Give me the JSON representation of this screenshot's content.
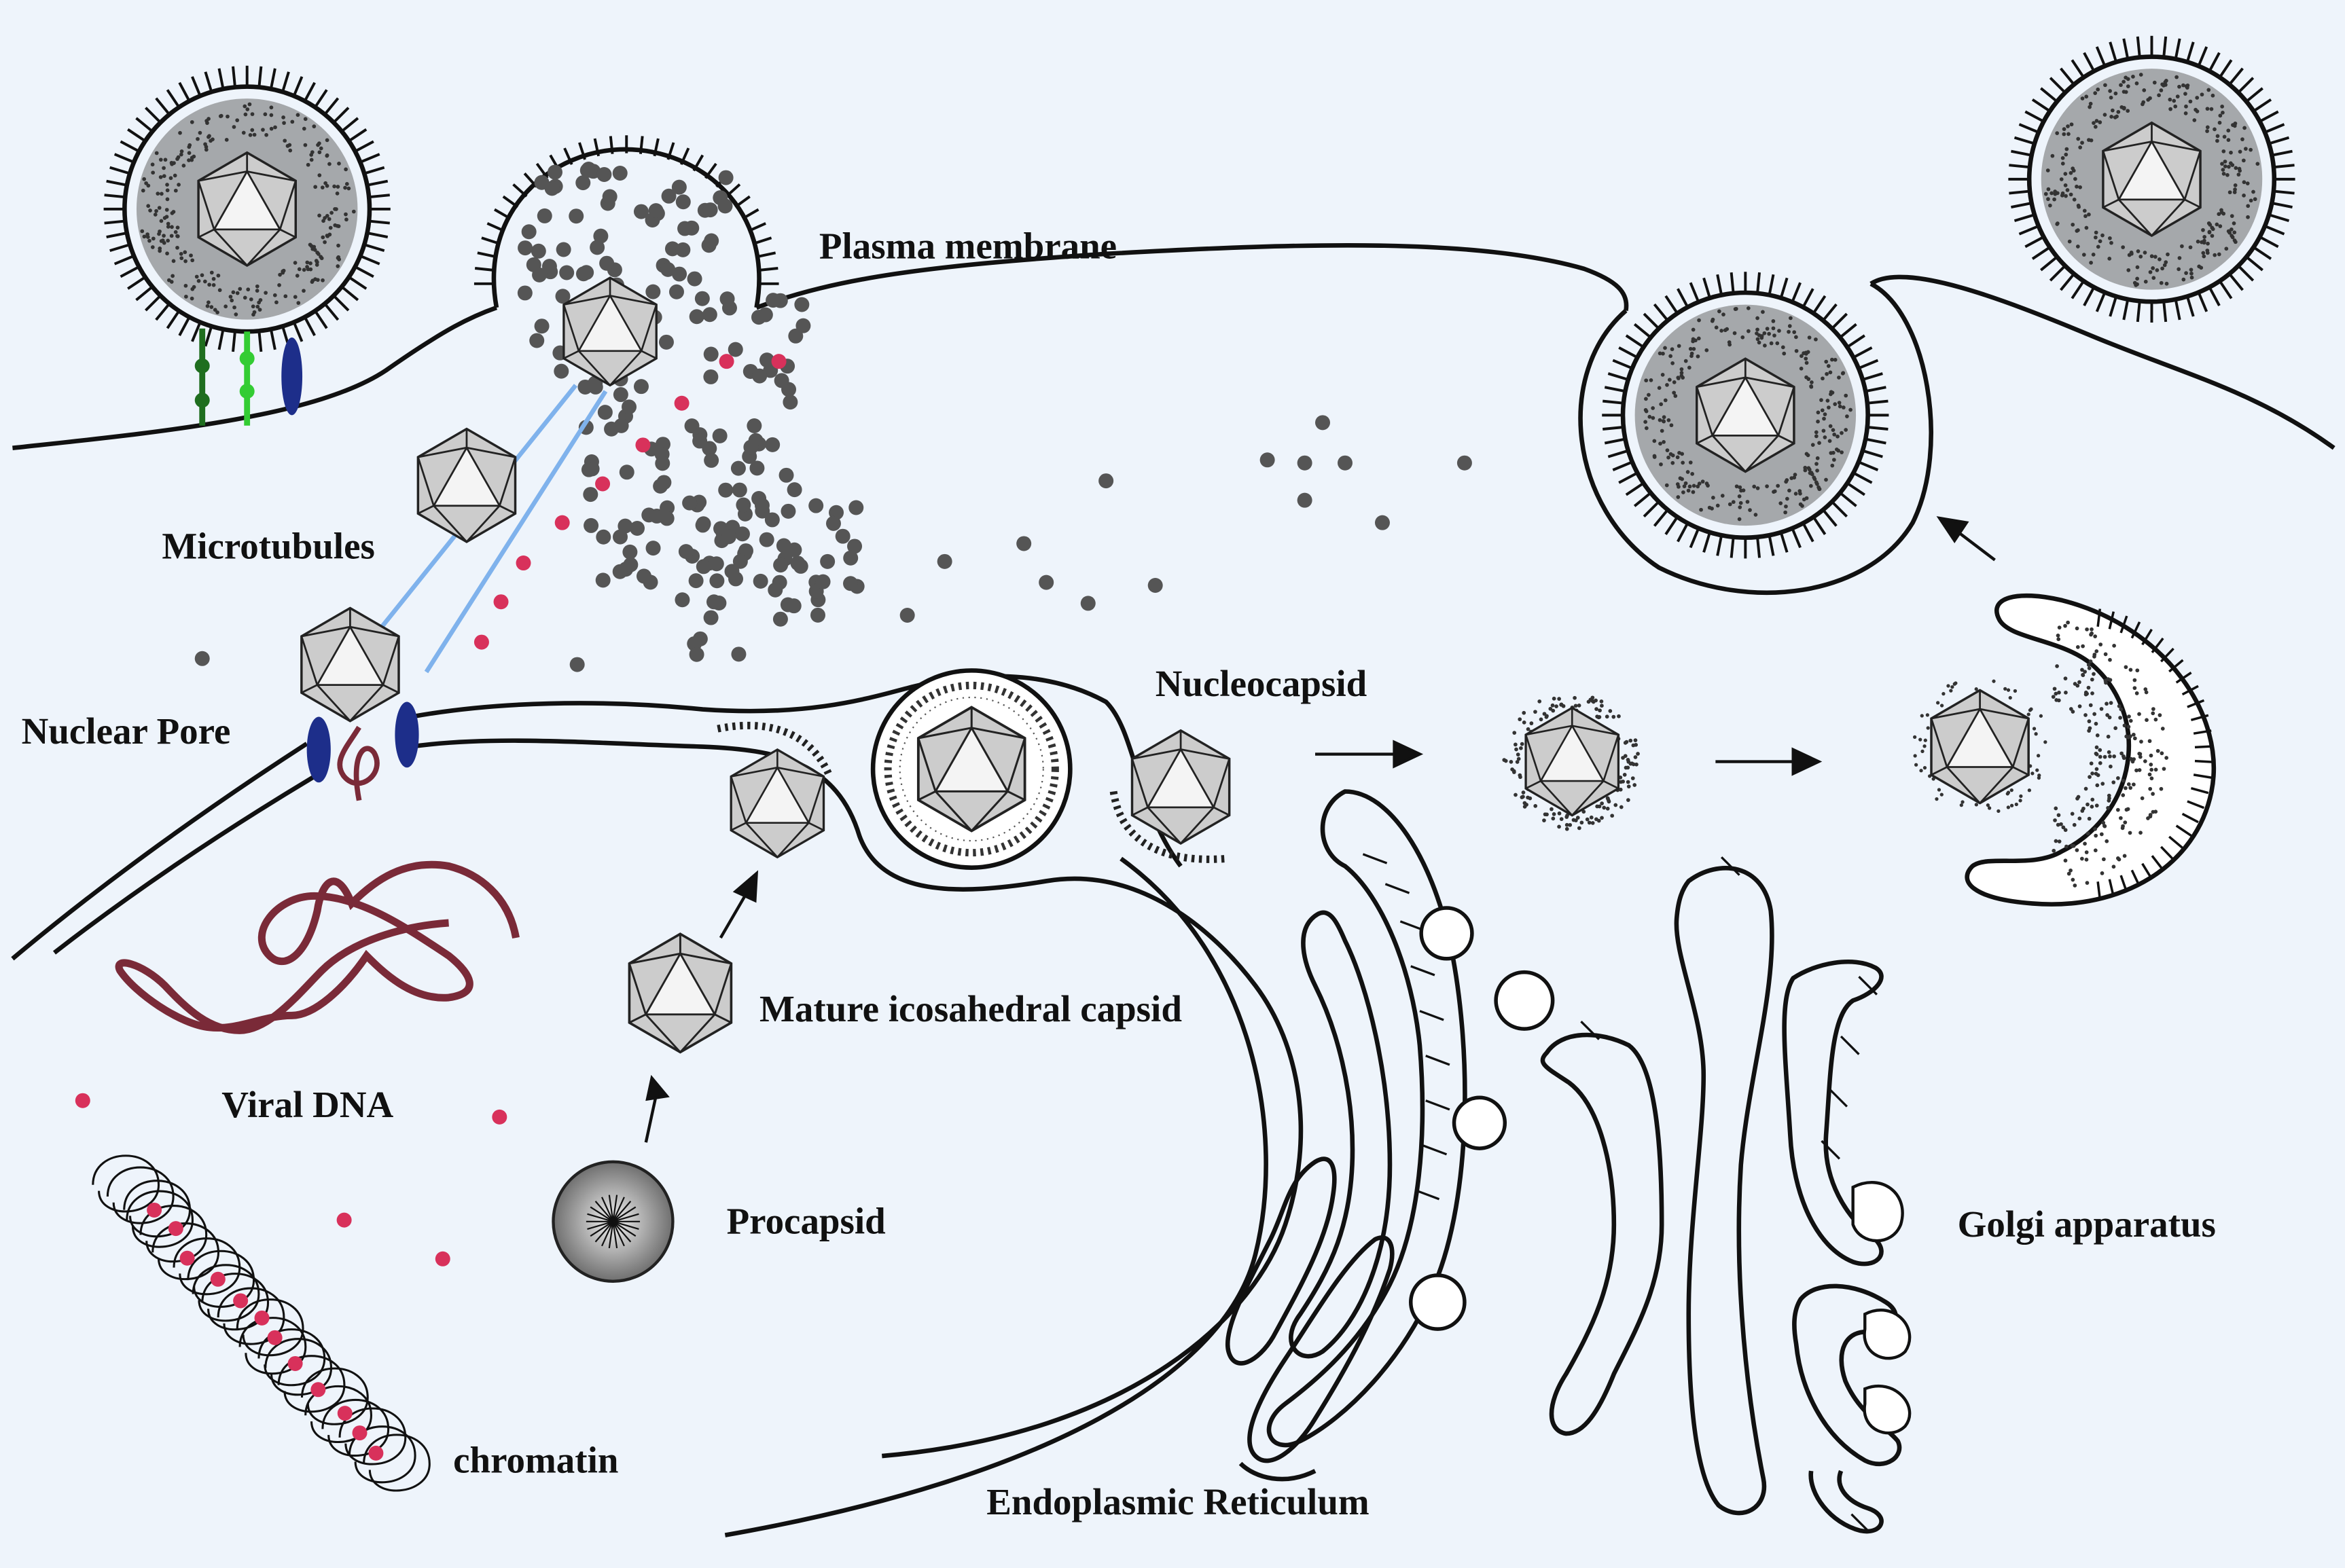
{
  "labels": {
    "plasma_membrane": "Plasma membrane",
    "microtubules": "Microtubules",
    "nuclear_pore": "Nuclear Pore",
    "nucleocapsid": "Nucleocapsid",
    "mature_capsid": "Mature icosahedral capsid",
    "viral_dna": "Viral DNA",
    "procapsid": "Procapsid",
    "golgi": "Golgi apparatus",
    "chromatin": "chromatin",
    "er": "Endoplasmic Reticulum"
  },
  "colors": {
    "background": "#eef4fb",
    "membrane": "#111111",
    "capsid": "#c8c8c8",
    "tegument": "#555555",
    "microtubule": "#7fb2ec",
    "viral_dna": "#7a2a38",
    "nuclear_pore": "#1d2e8a",
    "receptor_dark": "#1f6e1f",
    "receptor_light": "#33cc33",
    "red_dots": "#d8315b"
  }
}
